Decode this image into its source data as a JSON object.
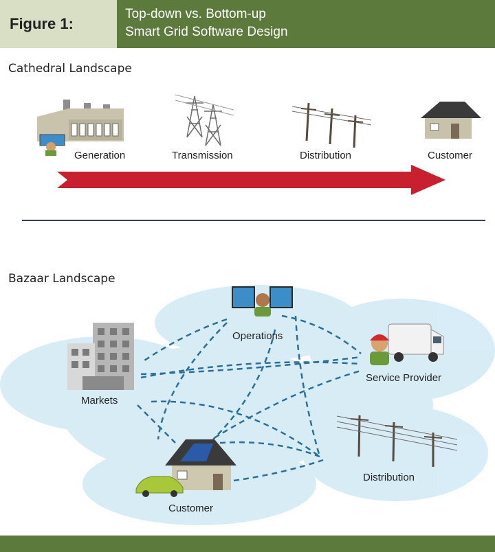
{
  "header": {
    "figure_label": "Figure 1:",
    "title_line1": "Top-down vs. Bottom-up",
    "title_line2": "Smart Grid Software Design"
  },
  "cathedral": {
    "title": "Cathedral Landscape",
    "stages": [
      "Generation",
      "Transmission",
      "Distribution",
      "Customer"
    ],
    "arrow_color": "#c8202f"
  },
  "bazaar": {
    "title": "Bazaar Landscape",
    "nodes": [
      "Operations",
      "Markets",
      "Service Provider",
      "Customer",
      "Distribution"
    ]
  },
  "colors": {
    "header_dark": "#5d7a3d",
    "header_light": "#d9dfc4",
    "dashed_link": "#2a6f9c",
    "cloud": "#cfe7f4"
  }
}
